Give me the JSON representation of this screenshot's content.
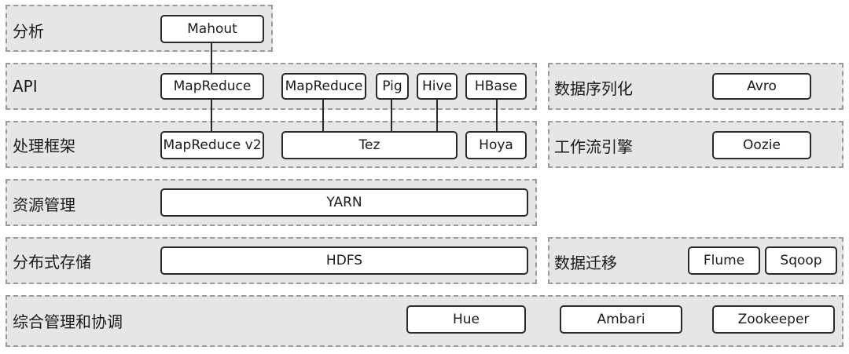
{
  "layers": {
    "analysis": "分析",
    "api": "API",
    "serialization": "数据序列化",
    "framework": "处理框架",
    "workflow": "工作流引擎",
    "resource": "资源管理",
    "storage": "分布式存储",
    "migration": "数据迁移",
    "coordination": "综合管理和协调"
  },
  "nodes": {
    "mahout": "Mahout",
    "mapreduce_api": "MapReduce",
    "mapreduce_api2": "MapReduce",
    "pig": "Pig",
    "hive": "Hive",
    "hbase": "HBase",
    "avro": "Avro",
    "mapreduce_v2": "MapReduce v2",
    "tez": "Tez",
    "hoya": "Hoya",
    "oozie": "Oozie",
    "yarn": "YARN",
    "hdfs": "HDFS",
    "flume": "Flume",
    "sqoop": "Sqoop",
    "hue": "Hue",
    "ambari": "Ambari",
    "zookeeper": "Zookeeper"
  }
}
